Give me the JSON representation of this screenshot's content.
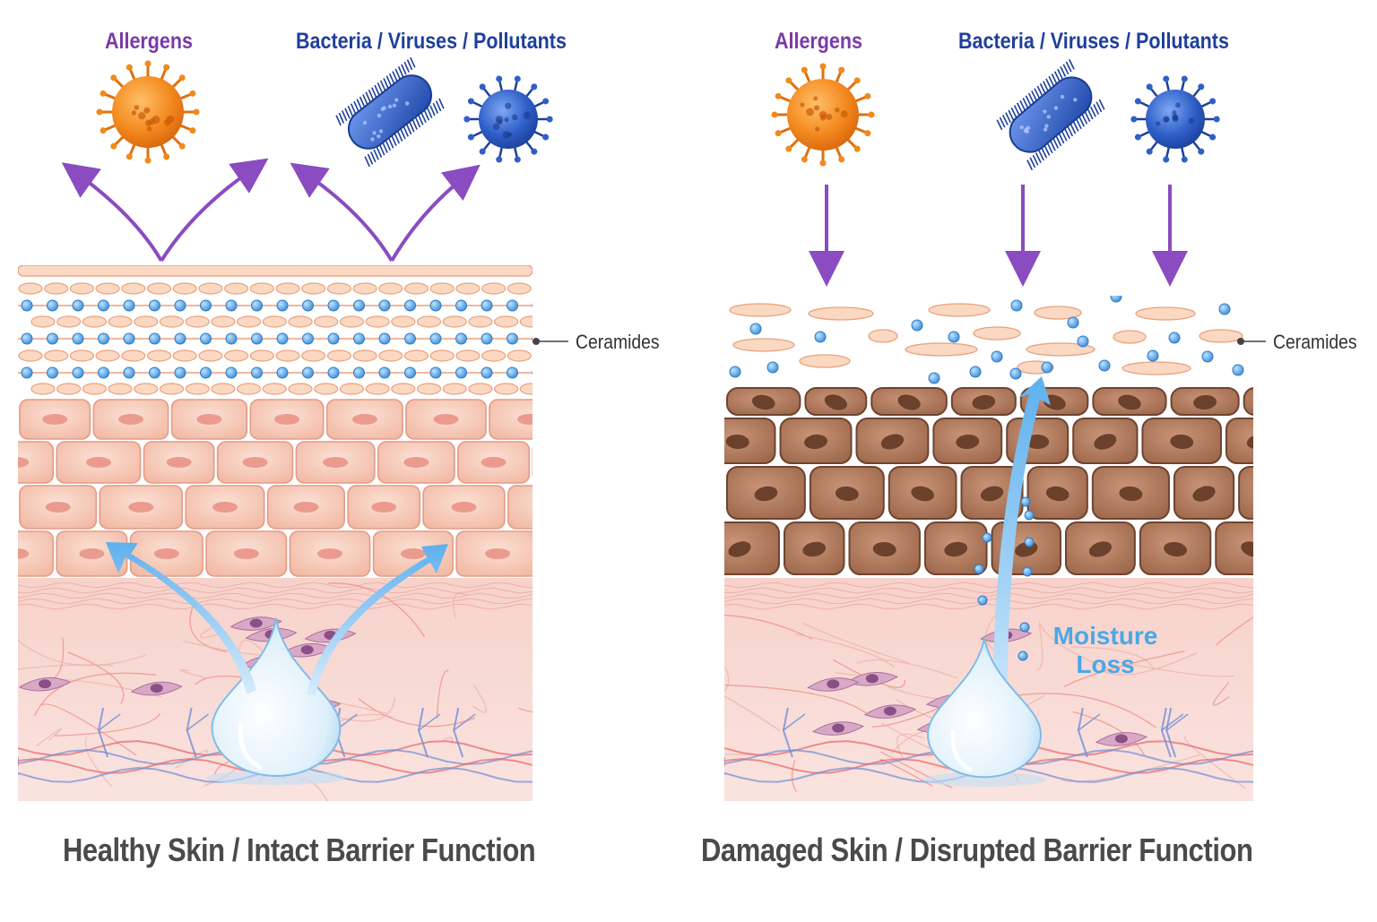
{
  "left_panel": {
    "title": "Healthy Skin / Intact Barrier Function",
    "allergens_label": "Allergens",
    "pathogens_label": "Bacteria / Viruses / Pollutants",
    "ceramides_label": "Ceramides"
  },
  "right_panel": {
    "title": "Damaged Skin / Disrupted Barrier Function",
    "allergens_label": "Allergens",
    "pathogens_label": "Bacteria / Viruses / Pollutants",
    "ceramides_label": "Ceramides",
    "moisture_line1": "Moisture",
    "moisture_line2": "Loss"
  },
  "colors": {
    "allergen": "#f08a1c",
    "pathogen": "#2f5fc8",
    "arrow_purple": "#8a4cc0",
    "moisture_blue": "#6fb8ef",
    "healthy_cell": "#f6c9b8",
    "damaged_cell": "#a9755a",
    "dermis": "#f7d6d0"
  },
  "icons": [
    "allergen-icon",
    "bacteria-icon",
    "virus-icon",
    "water-drop-icon"
  ]
}
